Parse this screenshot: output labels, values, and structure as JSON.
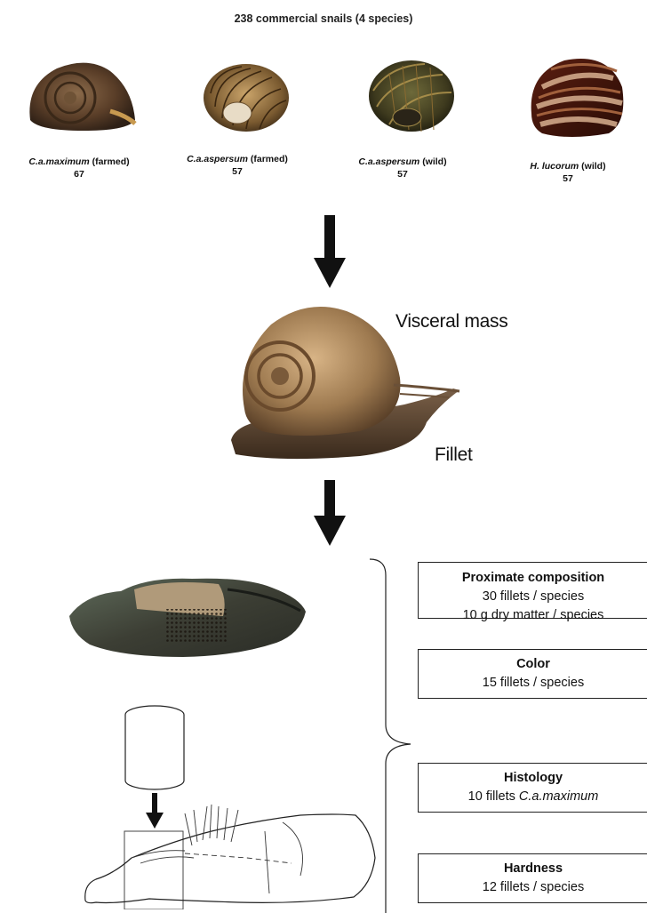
{
  "title": "238 commercial snails (4 species)",
  "snails": [
    {
      "name": "C.a.maximum",
      "origin": "(farmed)",
      "count": "67"
    },
    {
      "name": "C.a.aspersum",
      "origin": "(farmed)",
      "count": "57"
    },
    {
      "name": "C.a.aspersum",
      "origin": "(wild)",
      "count": "57"
    },
    {
      "name": "H. lucorum",
      "origin": "(wild)",
      "count": "57"
    }
  ],
  "snail_labels": {
    "visceral": "Visceral mass",
    "fillet": "Fillet"
  },
  "analyses": [
    {
      "heading": "Proximate composition",
      "lines": [
        "30 fillets / species",
        "10 g dry matter / species"
      ]
    },
    {
      "heading": "Color",
      "lines": [
        "15 fillets / species"
      ]
    },
    {
      "heading": "Histology",
      "lines": [
        "10 fillets"
      ],
      "italic": "C.a.maximum"
    },
    {
      "heading": "Hardness",
      "lines": [
        "12 fillets / species"
      ]
    }
  ]
}
